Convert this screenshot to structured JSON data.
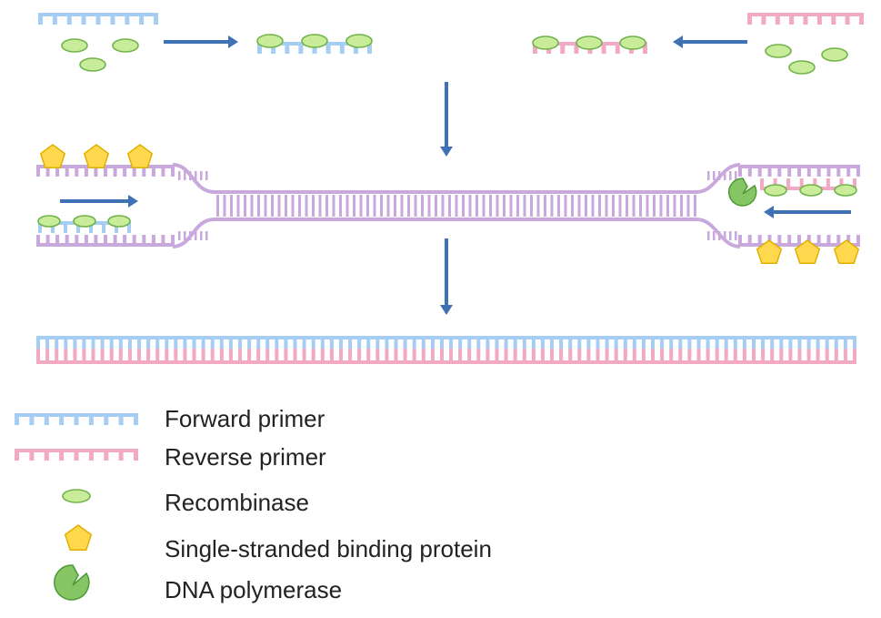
{
  "legend": {
    "forward_primer": "Forward primer",
    "reverse_primer": "Reverse primer",
    "recombinase": "Recombinase",
    "ssb": "Single-stranded binding protein",
    "polymerase": "DNA polymerase"
  },
  "colors": {
    "forward_primer": "#a6cdf2",
    "reverse_primer": "#f2a9c4",
    "template_strand": "#c9a8dd",
    "recombinase_fill": "#c9ec9b",
    "recombinase_stroke": "#6fb34a",
    "ssb_fill": "#ffd84d",
    "ssb_stroke": "#e0b000",
    "polymerase_fill": "#86c564",
    "polymerase_stroke": "#4f9a38",
    "arrow": "#3f72b5"
  }
}
